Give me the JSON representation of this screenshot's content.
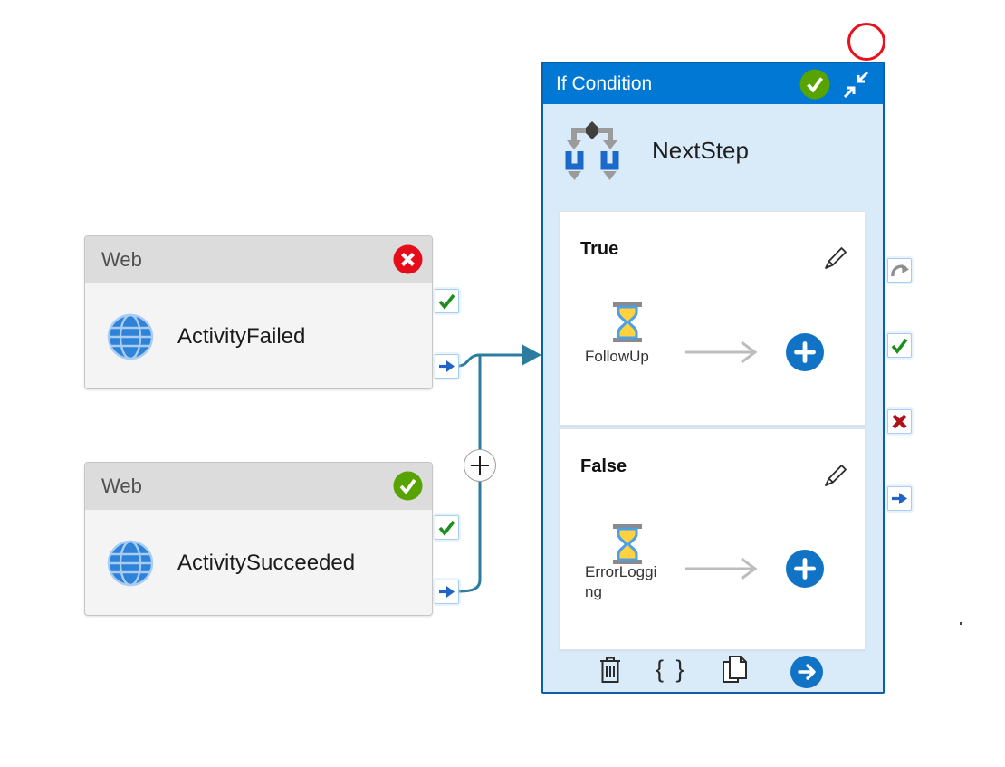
{
  "diagram": {
    "web_activities": [
      {
        "type_label": "Web",
        "name": "ActivityFailed",
        "status": "failed"
      },
      {
        "type_label": "Web",
        "name": "ActivitySucceeded",
        "status": "succeeded"
      }
    ],
    "if_condition": {
      "type_label": "If Condition",
      "name": "NextStep",
      "status": "succeeded",
      "branches": [
        {
          "label": "True",
          "activity_name": "FollowUp",
          "activity_type": "wait"
        },
        {
          "label": "False",
          "activity_name": "ErrorLogging",
          "activity_type": "wait"
        }
      ],
      "code_braces_glyph": "{ }"
    },
    "colors": {
      "accent_blue": "#0078d4",
      "box_border_blue": "#0a60a9",
      "body_light_blue": "#d9eaf9",
      "connector_teal": "#2b7c9e",
      "success_green": "#57a300",
      "fail_red": "#e40d19",
      "port_check_green": "#1e8e1e",
      "port_arrow_blue": "#2264c6",
      "port_fail_red": "#b01117",
      "port_skip_gray": "#8f8f8f",
      "add_button_blue": "#1173c6",
      "annotation_red": "#e8111c"
    }
  }
}
